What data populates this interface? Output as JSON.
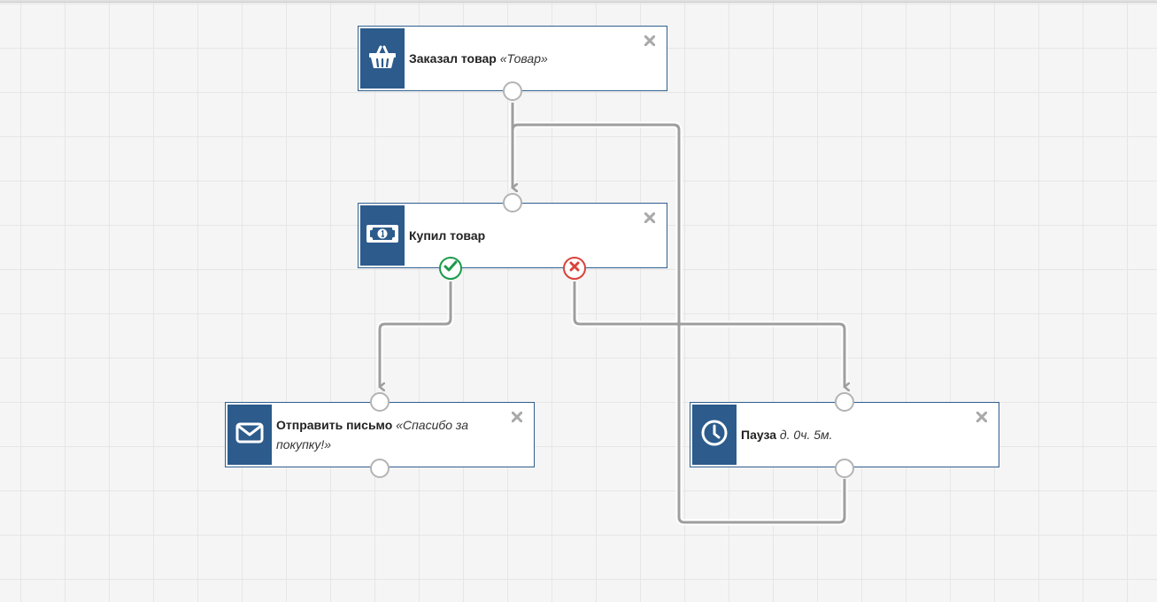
{
  "nodes": {
    "ordered": {
      "title": "Заказал товар",
      "detail": "«Товар»",
      "icon": "basket-icon"
    },
    "bought": {
      "title": "Купил товар",
      "detail": "",
      "icon": "banknote-icon"
    },
    "send_email": {
      "title": "Отправить письмо",
      "detail": "«Спасибо за покупку!»",
      "icon": "envelope-icon"
    },
    "pause": {
      "title": "Пауза",
      "detail": "д. 0ч. 5м.",
      "icon": "clock-icon"
    }
  },
  "colors": {
    "accent": "#2c5b8c",
    "yes": "#1a9a4a",
    "no": "#d9433a",
    "link": "#9e9e9e"
  }
}
